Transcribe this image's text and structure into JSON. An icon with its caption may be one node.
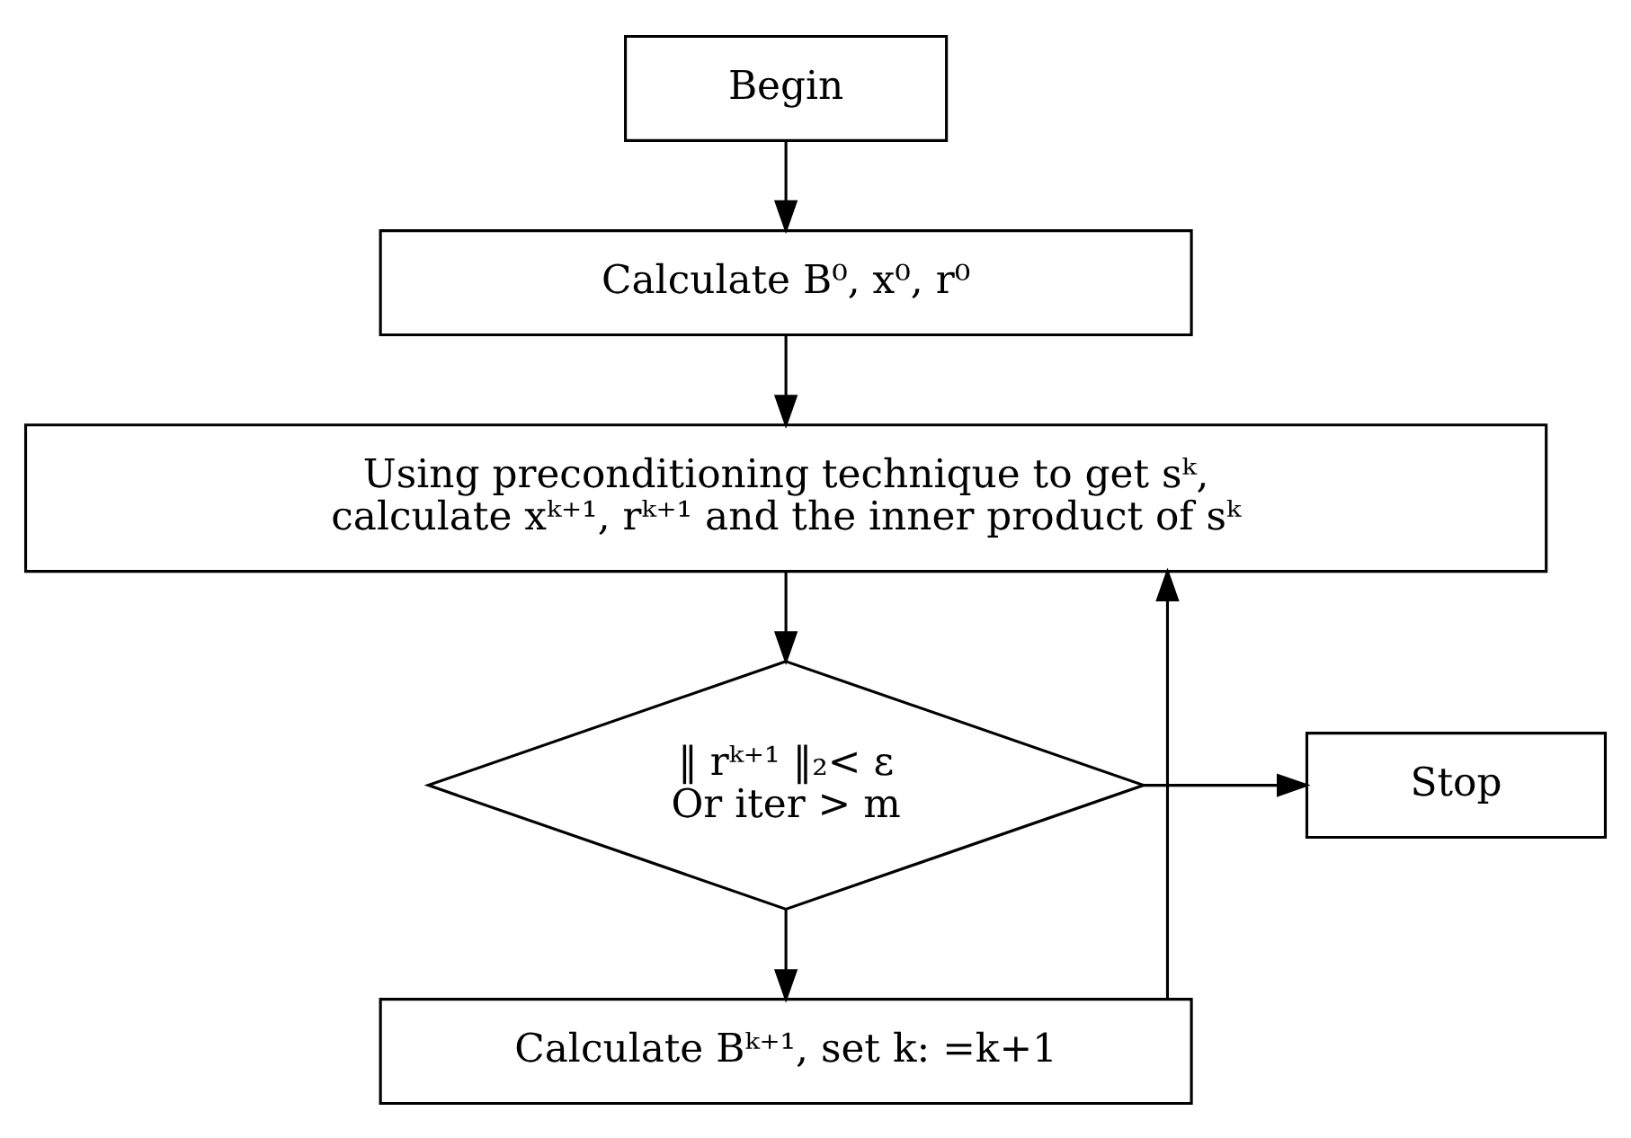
{
  "diagram": {
    "nodes": [
      {
        "text": [
          "Begin"
        ]
      },
      {
        "text": [
          "Calculate B⁰, x⁰, r⁰"
        ]
      },
      {
        "text": [
          "Using preconditioning technique to get sᵏ, calculate xᵏ⁺¹, rᵏ⁺¹ and the inner product of sᵏ"
        ]
      },
      {
        "text": [
          "‖ rᵏ⁺¹ ‖₂< ε",
          "Or iter > m"
        ]
      },
      {
        "text": [
          "Stop"
        ]
      },
      {
        "text": [
          "Calculate Bᵏ⁺¹, set k: =k+1"
        ]
      }
    ],
    "edges": [
      {
        "from": 0,
        "to": 1,
        "arrow": "to"
      },
      {
        "from": 1,
        "to": 2,
        "arrow": "to"
      },
      {
        "from": 2,
        "to": 3,
        "arrow": "to"
      },
      {
        "from": 3,
        "to": 4,
        "arrow": "to"
      },
      {
        "from": 3,
        "to": 5,
        "arrow": "to"
      },
      {
        "from": 5,
        "to": 2,
        "arrow": "to"
      }
    ]
  }
}
